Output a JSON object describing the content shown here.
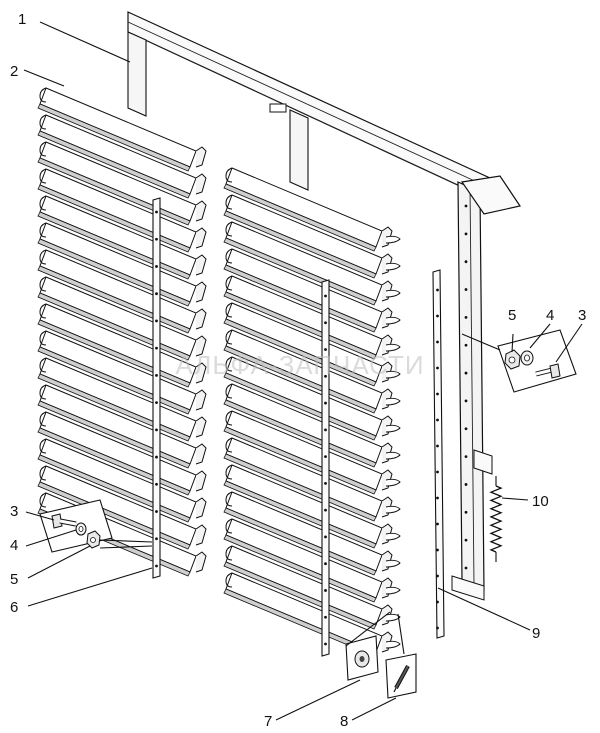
{
  "watermark": "АЛЬФА-ЗАПЧАСТИ",
  "callouts": [
    {
      "id": "1",
      "text": "1"
    },
    {
      "id": "2",
      "text": "2"
    },
    {
      "id": "3a",
      "text": "3"
    },
    {
      "id": "4a",
      "text": "4"
    },
    {
      "id": "5a",
      "text": "5"
    },
    {
      "id": "3b",
      "text": "3"
    },
    {
      "id": "4b",
      "text": "4"
    },
    {
      "id": "5b",
      "text": "5"
    },
    {
      "id": "6",
      "text": "6"
    },
    {
      "id": "7",
      "text": "7"
    },
    {
      "id": "8",
      "text": "8"
    },
    {
      "id": "9",
      "text": "9"
    },
    {
      "id": "10",
      "text": "10"
    }
  ]
}
